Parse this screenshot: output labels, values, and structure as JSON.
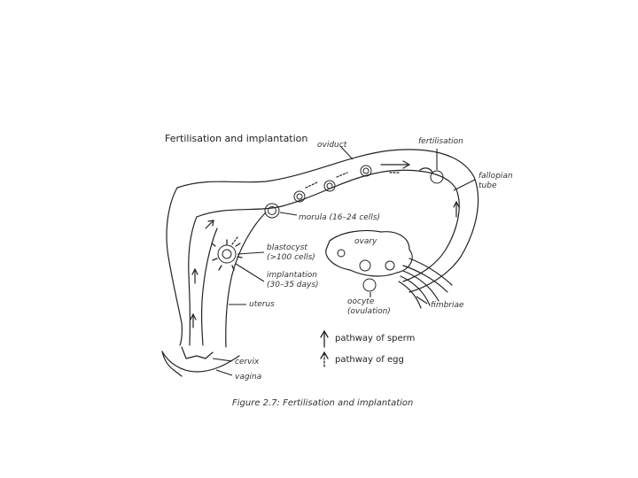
{
  "title": "Fertilisation and implantation",
  "caption": "Figure 2.7: Fertilisation and implantation",
  "labels": {
    "oviduct": "oviduct",
    "fertilisation": "fertilisation",
    "fallopian_tube": "fallopian\ntube",
    "morula": "morula (16–24 cells)",
    "blastocyst": "blastocyst\n(>100 cells)",
    "implantation": "implantation\n(30–35 days)",
    "ovary": "ovary",
    "oocyte": "oocyte\n(ovulation)",
    "fimbriae": "fimbriae",
    "uterus": "uterus",
    "cervix": "cervix",
    "vagina": "vagina"
  },
  "legend": {
    "sperm": "pathway of sperm",
    "egg": "pathway of egg"
  }
}
